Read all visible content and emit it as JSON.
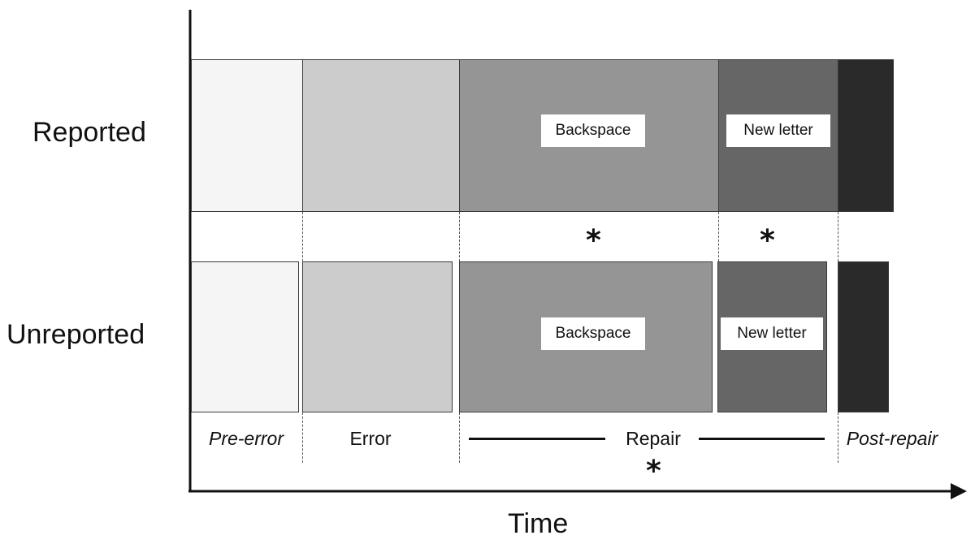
{
  "rows": {
    "reported": "Reported",
    "unreported": "Unreported"
  },
  "segments": {
    "reported": {
      "backspace_label": "Backspace",
      "new_letter_label": "New letter"
    },
    "unreported": {
      "backspace_label": "Backspace",
      "new_letter_label": "New letter"
    }
  },
  "phases": {
    "pre_error": "Pre-error",
    "error": "Error",
    "repair": "Repair",
    "post_repair": "Post-repair"
  },
  "markers": {
    "significance": "*"
  },
  "axis": {
    "x_label": "Time"
  },
  "colors": {
    "pre_error": "#f5f5f5",
    "error": "#cccccc",
    "backspace": "#959595",
    "new_letter": "#666666",
    "post_repair": "#2a2a2a"
  }
}
